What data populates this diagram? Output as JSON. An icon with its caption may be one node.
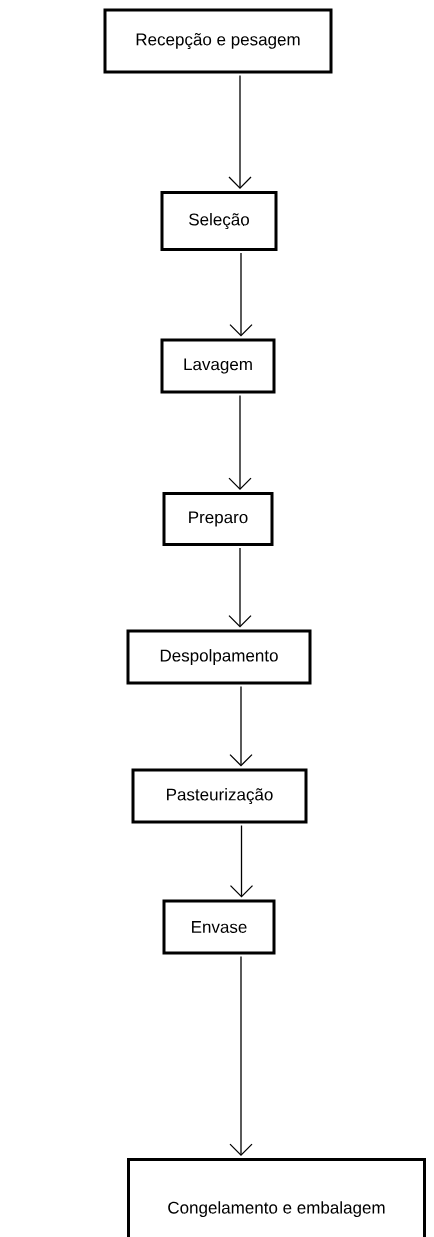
{
  "diagram": {
    "nodes": [
      {
        "text": [
          "Recepção e pesagem"
        ]
      },
      {
        "text": [
          "Seleção"
        ]
      },
      {
        "text": [
          "Lavagem"
        ]
      },
      {
        "text": [
          "Preparo"
        ]
      },
      {
        "text": [
          "Despolpamento"
        ]
      },
      {
        "text": [
          "Pasteurização"
        ]
      },
      {
        "text": [
          "Envase"
        ]
      },
      {
        "text": [
          "Congelamento e embalagem"
        ]
      }
    ],
    "edges": [
      {
        "from": 0,
        "to": 1,
        "arrow": "to"
      },
      {
        "from": 1,
        "to": 2,
        "arrow": "to"
      },
      {
        "from": 2,
        "to": 3,
        "arrow": "to"
      },
      {
        "from": 3,
        "to": 4,
        "arrow": "to"
      },
      {
        "from": 4,
        "to": 5,
        "arrow": "to"
      },
      {
        "from": 5,
        "to": 6,
        "arrow": "to"
      },
      {
        "from": 6,
        "to": 7,
        "arrow": "to"
      }
    ]
  }
}
